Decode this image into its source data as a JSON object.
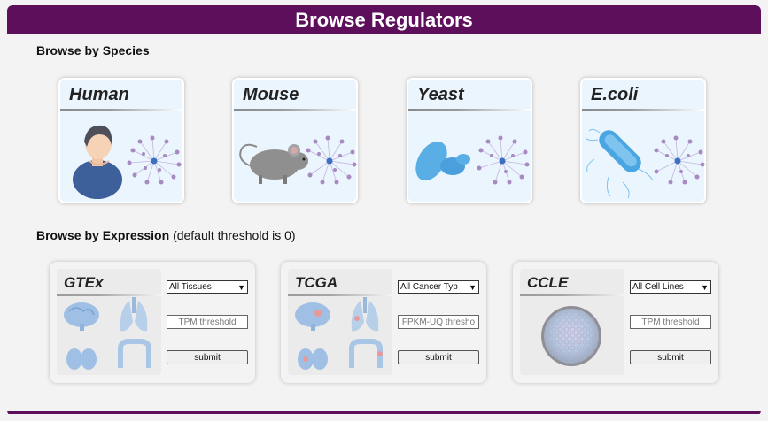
{
  "header": {
    "title": "Browse Regulators"
  },
  "species_section": {
    "title": "Browse by Species"
  },
  "species": [
    {
      "label": "Human",
      "icon": "human-icon"
    },
    {
      "label": "Mouse",
      "icon": "mouse-icon"
    },
    {
      "label": "Yeast",
      "icon": "yeast-icon"
    },
    {
      "label": "E.coli",
      "icon": "ecoli-icon"
    }
  ],
  "expression_section": {
    "title": "Browse by Expression",
    "note": "(default threshold is 0)"
  },
  "expression": [
    {
      "label": "GTEx",
      "select": "All Tissues",
      "placeholder": "TPM threshold",
      "submit": "submit"
    },
    {
      "label": "TCGA",
      "select": "All Cancer Typ",
      "placeholder": "FPKM-UQ thresho",
      "submit": "submit"
    },
    {
      "label": "CCLE",
      "select": "All Cell Lines",
      "placeholder": "TPM threshold",
      "submit": "submit"
    }
  ],
  "colors": {
    "brand": "#5e0f5c",
    "card_bg": "#eaf5fd",
    "network_node": "#a889c2",
    "network_hub": "#3c6fbf"
  }
}
